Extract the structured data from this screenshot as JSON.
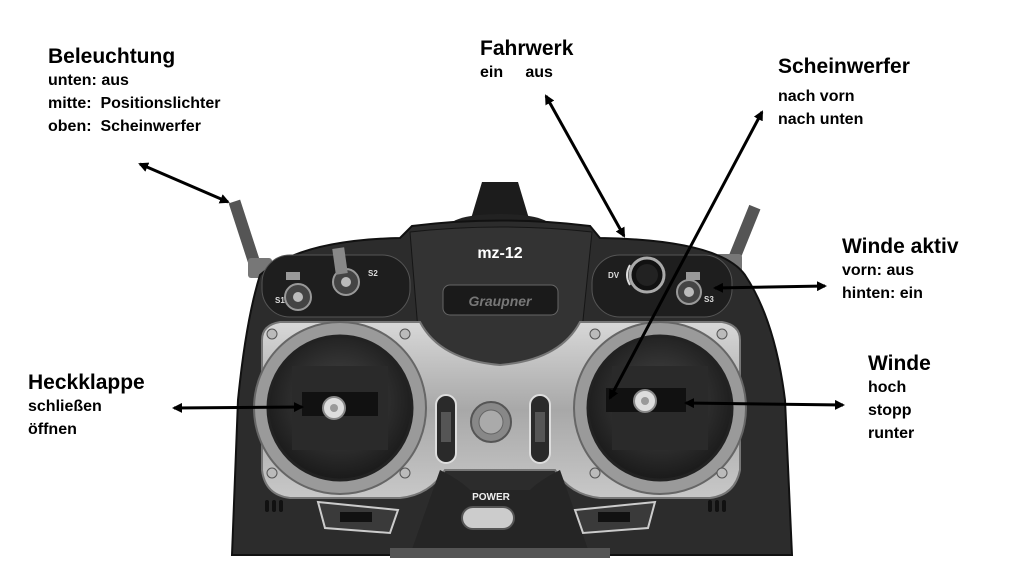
{
  "device": {
    "model": "mz-12",
    "brand": "Graupner",
    "power_label": "POWER",
    "switch_labels": {
      "s1": "S1",
      "s2": "S2",
      "s3": "S3",
      "dv": "DV"
    }
  },
  "annotations": {
    "beleuchtung": {
      "title": "Beleuchtung",
      "lines": [
        "unten: aus",
        "mitte:  Positionslichter",
        "oben:  Scheinwerfer"
      ]
    },
    "fahrwerk": {
      "title": "Fahrwerk",
      "lines": [
        "ein     aus"
      ]
    },
    "scheinwerfer": {
      "title": "Scheinwerfer",
      "lines": [
        "nach vorn",
        "nach unten"
      ]
    },
    "winde_aktiv": {
      "title": "Winde aktiv",
      "lines": [
        "vorn: aus",
        "hinten: ein"
      ]
    },
    "heckklappe": {
      "title": "Heckklappe",
      "lines": [
        "schließen",
        "öffnen"
      ]
    },
    "winde": {
      "title": "Winde",
      "lines": [
        "hoch",
        "stopp",
        "runter"
      ]
    }
  },
  "colors": {
    "body_dark": "#2a2a2a",
    "body_mid": "#3c3c3c",
    "silver": "#b8b8b8",
    "arrow": "#000000",
    "background": "#ffffff"
  }
}
